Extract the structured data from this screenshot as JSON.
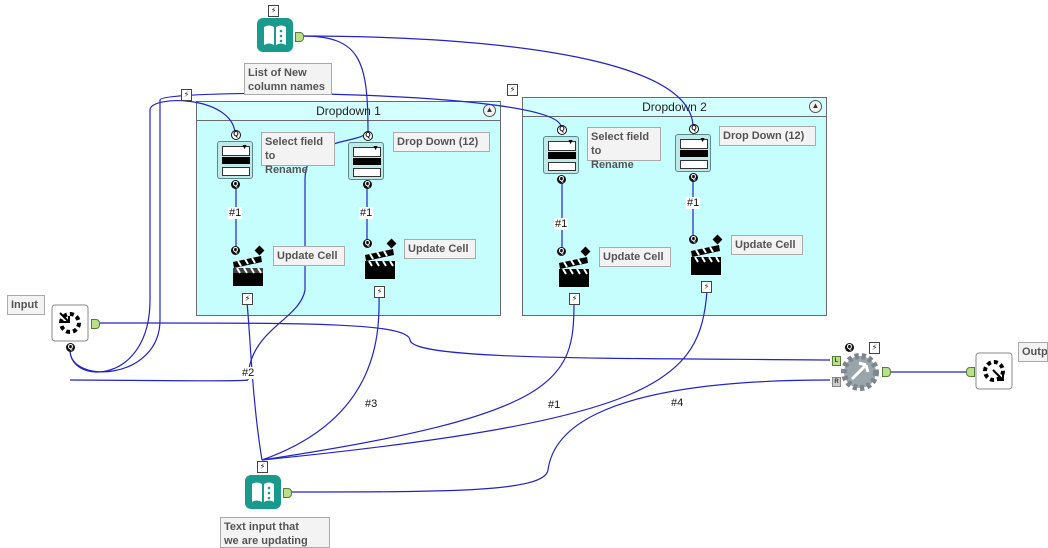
{
  "containers": {
    "dropdown1": {
      "title": "Dropdown 1"
    },
    "dropdown2": {
      "title": "Dropdown 2"
    }
  },
  "labels": {
    "list_new_columns": "List of New\ncolumn names",
    "select_field_1": "Select field to\nRename",
    "drop_down_1": "Drop Down (12)",
    "update_cell_1": "Update Cell",
    "update_cell_2": "Update Cell",
    "select_field_2": "Select field to\nRename",
    "drop_down_2": "Drop Down (12)",
    "update_cell_3": "Update Cell",
    "update_cell_4": "Update Cell",
    "input": "Input",
    "output": "Outp",
    "text_input": "Text input that\nwe are updating"
  },
  "connection_labels": {
    "c1": "#1",
    "c2": "#1",
    "c3": "#1",
    "c4": "#1",
    "c5": "#2",
    "c6": "#3",
    "c7": "#1",
    "c8": "#4"
  },
  "anchors": {
    "q": "Q",
    "left": "L",
    "right": "R",
    "lightning": "⚡"
  },
  "colors": {
    "wire": "#2323c8",
    "container_bg": "#c6fdfd",
    "book_teal": "#1a9a8c",
    "anchor_green": "#b8e08a"
  }
}
